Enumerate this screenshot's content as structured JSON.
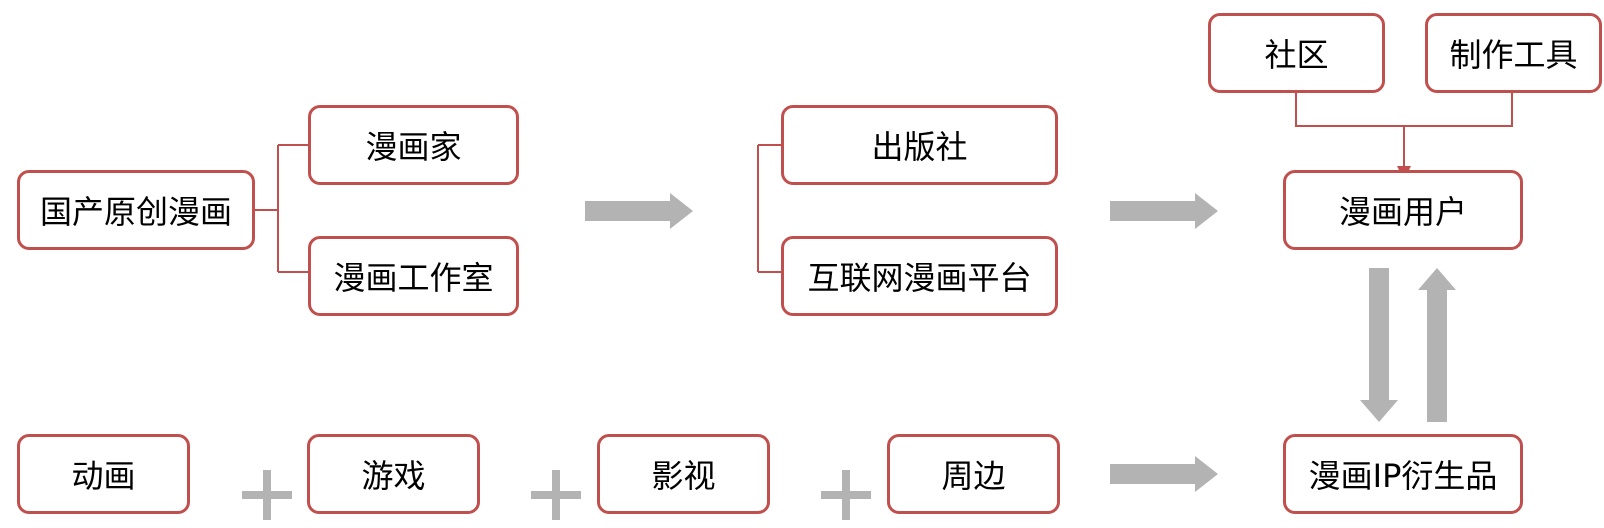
{
  "colors": {
    "node_border": "#c0504d",
    "connector": "#c0504d",
    "big_arrow": "#b3b3b3"
  },
  "nodes": {
    "origin": "国产原创漫画",
    "artist": "漫画家",
    "studio": "漫画工作室",
    "publisher": "出版社",
    "platform": "互联网漫画平台",
    "community": "社区",
    "tools": "制作工具",
    "users": "漫画用户",
    "animation": "动画",
    "games": "游戏",
    "film_tv": "影视",
    "merch": "周边",
    "derivatives": "漫画IP衍生品"
  }
}
